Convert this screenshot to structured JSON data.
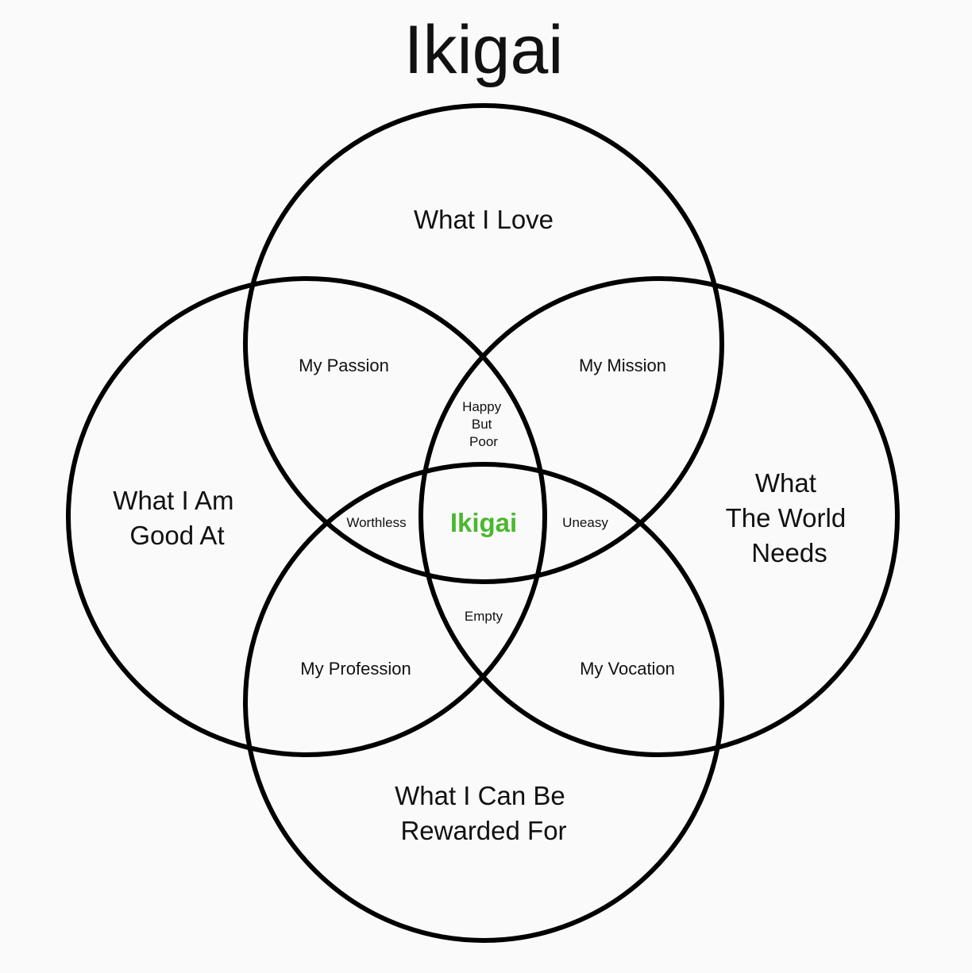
{
  "title": "Ikigai",
  "colors": {
    "stroke": "#000000",
    "text": "#111111",
    "center": "#4ab82e",
    "background": "#fafafa"
  },
  "circles": {
    "love": [
      "What I Love"
    ],
    "good_at": [
      "What I Am",
      "Good At"
    ],
    "world_needs": [
      "What",
      "The World",
      "Needs"
    ],
    "rewarded": [
      "What I Can Be",
      "Rewarded For"
    ]
  },
  "pairs": {
    "passion": "My Passion",
    "mission": "My Mission",
    "profession": "My Profession",
    "vocation": "My Vocation"
  },
  "triples": {
    "happy_but_poor": [
      "Happy",
      "But",
      "Poor"
    ],
    "worthless": "Worthless",
    "uneasy": "Uneasy",
    "empty": "Empty"
  },
  "center": "Ikigai"
}
